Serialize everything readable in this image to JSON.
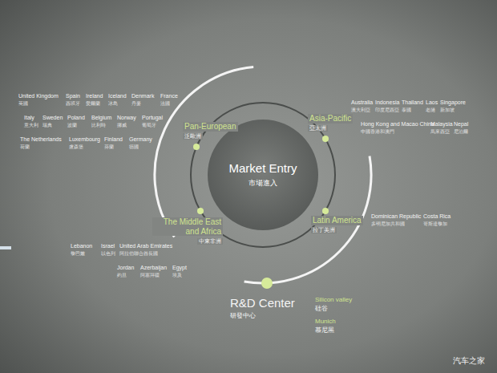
{
  "diagram": {
    "nodes": [
      {
        "text": [
          "Market Entry",
          "市場進入"
        ]
      }
    ],
    "labels": [
      "Pan-European",
      "泛歐洲",
      "Asia-Pacific",
      "亞太洲",
      "The Middle East and Africa",
      "中東非洲",
      "Latin America",
      "拉丁美洲",
      "R&D Center",
      "研發中心",
      "Silicon valley",
      "硅谷",
      "Munich",
      "慕尼黑",
      "United Kingdom",
      "英國",
      "Spain",
      "西班牙",
      "Ireland",
      "愛爾蘭",
      "Iceland",
      "冰島",
      "Denmark",
      "丹麥",
      "France",
      "法國",
      "Italy",
      "意大利",
      "Sweden",
      "瑞典",
      "Poland",
      "波蘭",
      "Belgium",
      "比利時",
      "Norway",
      "挪威",
      "Portugal",
      "葡萄牙",
      "The Netherlands",
      "荷蘭",
      "Luxembourg",
      "盧森堡",
      "Finland",
      "芬蘭",
      "Germany",
      "德國",
      "Australia",
      "澳大利亞",
      "Indonesia",
      "印度尼西亞",
      "Thailand",
      "泰國",
      "Laos",
      "老撾",
      "Singapore",
      "新加坡",
      "Hong Kong and Macao China",
      "中國香港和澳門",
      "Malaysia",
      "馬來西亞",
      "Nepal",
      "尼泊爾",
      "Dominican Republic",
      "多明尼加共和國",
      "Costa Rica",
      "哥斯達黎加",
      "Lebanon",
      "黎巴嫩",
      "Israel",
      "以色列",
      "United Arab Emirates",
      "阿拉伯聯合酋長國",
      "Jordan",
      "約旦",
      "Azerbaijan",
      "阿塞拜疆",
      "Egypt",
      "埃及",
      "汽车之家"
    ]
  }
}
